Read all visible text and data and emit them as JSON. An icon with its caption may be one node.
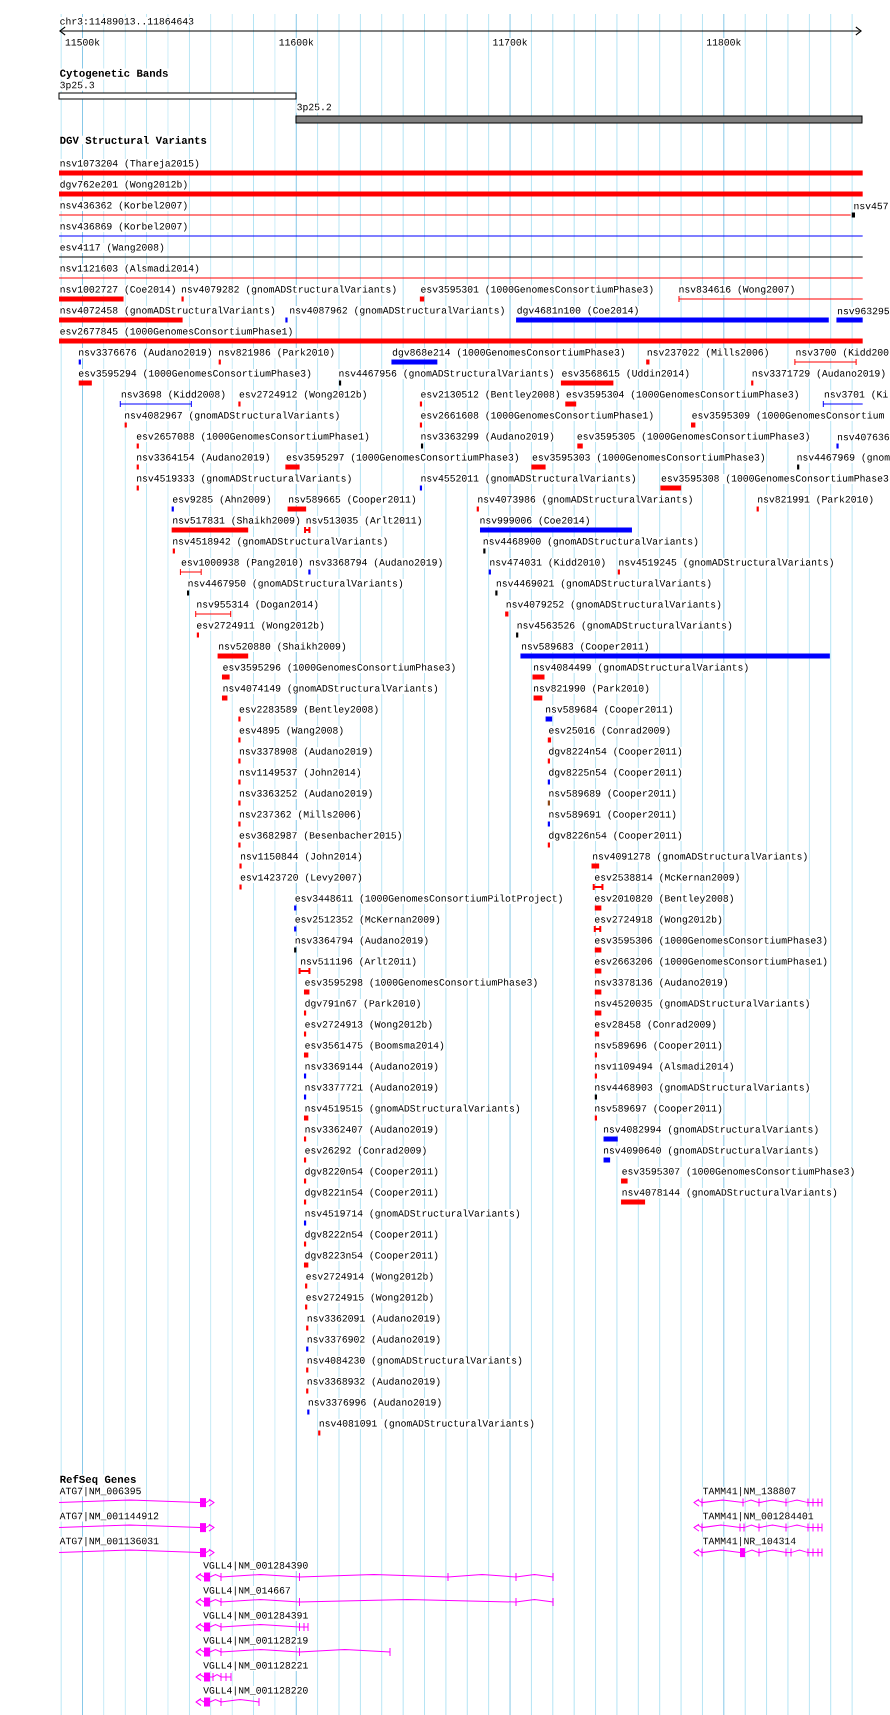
{
  "diagram": {
    "labels": [
      "chr3:11489013..11864643",
      "11500k",
      "11600k",
      "11700k",
      "11800k",
      "Cytogenetic Bands",
      "3p25.3",
      "3p25.2",
      "DGV Structural Variants",
      "nsv1073204 (Thareja2015)",
      "dgv762e201 (Wong2012b)",
      "nsv436362 (Korbel2007)",
      "nsv457",
      "nsv436869 (Korbel2007)",
      "esv4117 (Wang2008)",
      "nsv1121603 (Alsmadi2014)",
      "nsv1002727 (Coe2014)",
      "nsv4079282 (gnomADStructuralVariants)",
      "esv3595301 (1000GenomesConsortiumPhase3)",
      "nsv834616 (Wong2007)",
      "nsv4072458 (gnomADStructuralVariants)",
      "nsv4087962 (gnomADStructuralVariants)",
      "dgv4681n100 (Coe2014)",
      "nsv963295",
      "esv2677845 (1000GenomesConsortiumPhase1)",
      "nsv3376676 (Audano2019)",
      "nsv821986 (Park2010)",
      "dgv868e214 (1000GenomesConsortiumPhase3)",
      "nsv237022 (Mills2006)",
      "nsv3700 (Kidd200",
      "esv3595294 (1000GenomesConsortiumPhase3)",
      "nsv4467956 (gnomADStructuralVariants)",
      "esv3568615 (Uddin2014)",
      "nsv3371729 (Audano2019)",
      "nsv3698 (Kidd2008)",
      "esv2724912 (Wong2012b)",
      "esv2130512 (Bentley2008)",
      "esv3595304 (1000GenomesConsortiumPhase3)",
      "nsv3701 (Ki",
      "nsv4082967 (gnomADStructuralVariants)",
      "esv2661608 (1000GenomesConsortiumPhase1)",
      "esv3595309 (1000GenomesConsortium",
      "esv2657088 (1000GenomesConsortiumPhase1)",
      "nsv3363299 (Audano2019)",
      "esv3595305 (1000GenomesConsortiumPhase3)",
      "nsv407636",
      "nsv3364154 (Audano2019)",
      "esv3595297 (1000GenomesConsortiumPhase3)",
      "esv3595303 (1000GenomesConsortiumPhase3)",
      "nsv4467969 (gnom",
      "nsv4519333 (gnomADStructuralVariants)",
      "nsv4552011 (gnomADStructuralVariants)",
      "esv3595308 (1000GenomesConsortiumPhase3",
      "esv9285 (Ahn2009)",
      "nsv589665 (Cooper2011)",
      "nsv4073986 (gnomADStructuralVariants)",
      "nsv821991 (Park2010)",
      "nsv517831 (Shaikh2009)",
      "nsv513035 (Arlt2011)",
      "nsv999006 (Coe2014)",
      "nsv4518942 (gnomADStructuralVariants)",
      "nsv4468900 (gnomADStructuralVariants)",
      "esv1000938 (Pang2010)",
      "nsv3368794 (Audano2019)",
      "nsv474031 (Kidd2010)",
      "nsv4519245 (gnomADStructuralVariants)",
      "nsv4467950 (gnomADStructuralVariants)",
      "nsv4469021 (gnomADStructuralVariants)",
      "nsv955314 (Dogan2014)",
      "nsv4079252 (gnomADStructuralVariants)",
      "esv2724911 (Wong2012b)",
      "nsv4563526 (gnomADStructuralVariants)",
      "nsv520880 (Shaikh2009)",
      "nsv589683 (Cooper2011)",
      "esv3595296 (1000GenomesConsortiumPhase3)",
      "nsv4084499 (gnomADStructuralVariants)",
      "nsv4074149 (gnomADStructuralVariants)",
      "nsv821990 (Park2010)",
      "esv2283589 (Bentley2008)",
      "nsv589684 (Cooper2011)",
      "esv4895 (Wang2008)",
      "esv25016 (Conrad2009)",
      "nsv3378908 (Audano2019)",
      "dgv8224n54 (Cooper2011)",
      "nsv1149537 (John2014)",
      "dgv8225n54 (Cooper2011)",
      "nsv3363252 (Audano2019)",
      "nsv589689 (Cooper2011)",
      "nsv237362 (Mills2006)",
      "nsv589691 (Cooper2011)",
      "esv3682987 (Besenbacher2015)",
      "dgv8226n54 (Cooper2011)",
      "nsv1150844 (John2014)",
      "nsv4091278 (gnomADStructuralVariants)",
      "esv1423720 (Levy2007)",
      "esv2538814 (McKernan2009)",
      "esv3448611 (1000GenomesConsortiumPilotProject)",
      "esv2010820 (Bentley2008)",
      "esv2512352 (McKernan2009)",
      "esv2724918 (Wong2012b)",
      "nsv3364794 (Audano2019)",
      "esv3595306 (1000GenomesConsortiumPhase3)",
      "nsv511196 (Arlt2011)",
      "esv2663206 (1000GenomesConsortiumPhase1)",
      "esv3595298 (1000GenomesConsortiumPhase3)",
      "nsv3378136 (Audano2019)",
      "dgv791n67 (Park2010)",
      "nsv4520035 (gnomADStructuralVariants)",
      "esv2724913 (Wong2012b)",
      "esv28458 (Conrad2009)",
      "esv3561475 (Boomsma2014)",
      "nsv589696 (Cooper2011)",
      "nsv3369144 (Audano2019)",
      "nsv1109494 (Alsmadi2014)",
      "nsv3377721 (Audano2019)",
      "nsv4468903 (gnomADStructuralVariants)",
      "nsv4519515 (gnomADStructuralVariants)",
      "nsv589697 (Cooper2011)",
      "nsv3362407 (Audano2019)",
      "nsv4082994 (gnomADStructuralVariants)",
      "esv26292 (Conrad2009)",
      "nsv4090640 (gnomADStructuralVariants)",
      "dgv8220n54 (Cooper2011)",
      "esv3595307 (1000GenomesConsortiumPhase3)",
      "dgv8221n54 (Cooper2011)",
      "nsv4078144 (gnomADStructuralVariants)",
      "nsv4519714 (gnomADStructuralVariants)",
      "dgv8222n54 (Cooper2011)",
      "dgv8223n54 (Cooper2011)",
      "esv2724914 (Wong2012b)",
      "esv2724915 (Wong2012b)",
      "nsv3362091 (Audano2019)",
      "nsv3376902 (Audano2019)",
      "nsv4084230 (gnomADStructuralVariants)",
      "nsv3368932 (Audano2019)",
      "nsv3376996 (Audano2019)",
      "nsv4081091 (gnomADStructuralVariants)",
      "RefSeq Genes",
      "ATG7|NM_006395",
      "TAMM41|NM_138807",
      "ATG7|NM_001144912",
      "TAMM41|NM_001284401",
      "ATG7|NM_001136031",
      "TAMM41|NR_104314",
      "VGLL4|NM_001284390",
      "VGLL4|NM_014667",
      "VGLL4|NM_001284391",
      "VGLL4|NM_001128219",
      "VGLL4|NM_001128221",
      "VGLL4|NM_001128220"
    ]
  }
}
